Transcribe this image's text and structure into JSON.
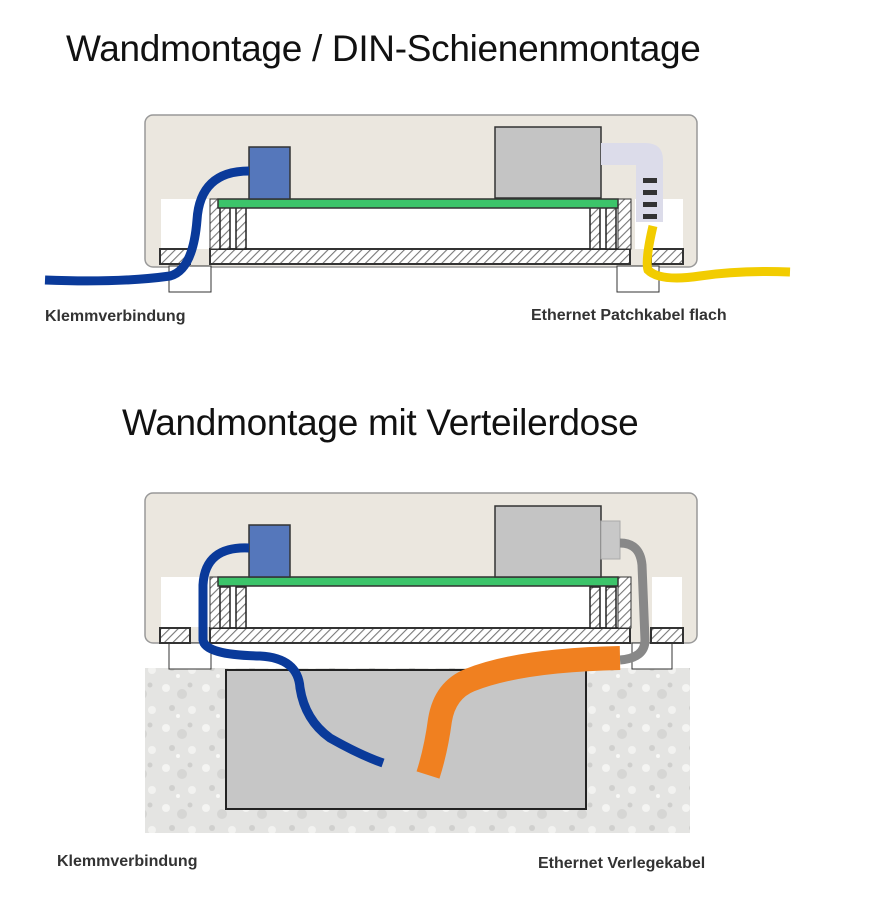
{
  "diagrams": [
    {
      "title": "Wandmontage / DIN-Schienenmontage",
      "label_left": "Klemmverbindung",
      "label_right": "Ethernet Patchkabel flach",
      "cable_left": {
        "name": "Klemmverbindung",
        "color": "#0a3a9a"
      },
      "cable_right": {
        "name": "Ethernet Patchkabel flach",
        "color": "#f2cc00"
      }
    },
    {
      "title": "Wandmontage mit Verteilerdose",
      "label_left": "Klemmverbindung",
      "label_right": "Ethernet Verlegekabel",
      "cable_left": {
        "name": "Klemmverbindung",
        "color": "#0a3a9a"
      },
      "cable_right": {
        "name": "Ethernet Verlegekabel",
        "color": "#f08020"
      }
    }
  ],
  "colors": {
    "housing": "#ebe7df",
    "pcb": "#3cc46a",
    "terminal_block": "#5577bb",
    "rj45_jack": "#c4c4c4",
    "patch_plug": "#dcdcea",
    "distribution_box": "#c6c6c6",
    "wall": "#e6e6e4"
  }
}
